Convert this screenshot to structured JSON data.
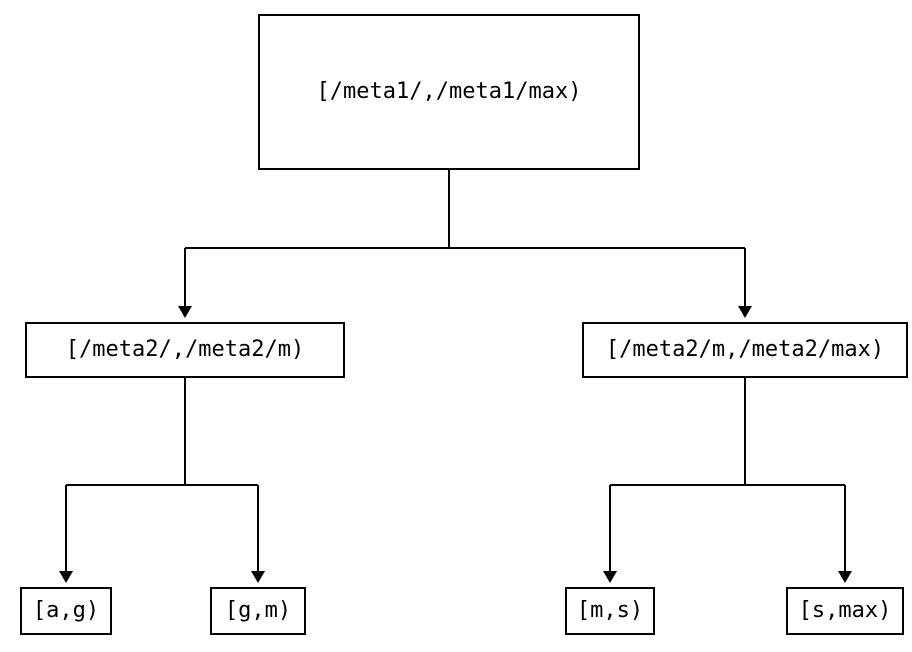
{
  "diagram": {
    "root": {
      "label": "[/meta1/,/meta1/max)"
    },
    "left_child": {
      "label": "[/meta2/,/meta2/m)"
    },
    "right_child": {
      "label": "[/meta2/m,/meta2/max)"
    },
    "leaf_ag": {
      "label": "[a,g)"
    },
    "leaf_gm": {
      "label": "[g,m)"
    },
    "leaf_ms": {
      "label": "[m,s)"
    },
    "leaf_smax": {
      "label": "[s,max)"
    }
  },
  "colors": {
    "background": "#ffffff",
    "line": "#000000",
    "box_border": "#000000",
    "text": "#000000"
  }
}
